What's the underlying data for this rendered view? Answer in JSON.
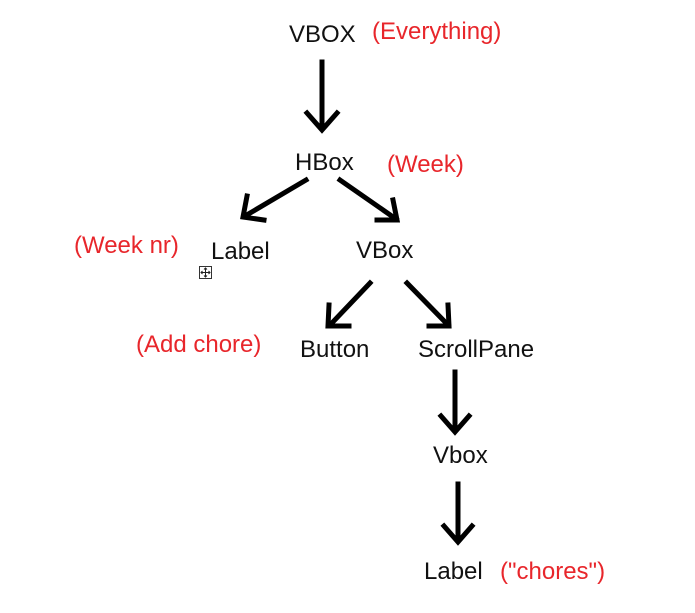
{
  "nodes": {
    "root_vbox": "VBOX",
    "week_hbox": "HBox",
    "week_label": "Label",
    "inner_vbox": "VBox",
    "add_button": "Button",
    "scroll_pane": "ScrollPane",
    "scroll_vbox": "Vbox",
    "chore_label": "Label"
  },
  "annotations": {
    "everything": "(Everything)",
    "week": "(Week)",
    "week_nr": "(Week nr)",
    "add_chore": "(Add chore)",
    "chores": "(\"chores\")"
  },
  "colors": {
    "node_text": "#111111",
    "annotation_text": "#e8262b",
    "arrow": "#000000"
  },
  "icons": {
    "move_handle": "move-handle-icon"
  }
}
